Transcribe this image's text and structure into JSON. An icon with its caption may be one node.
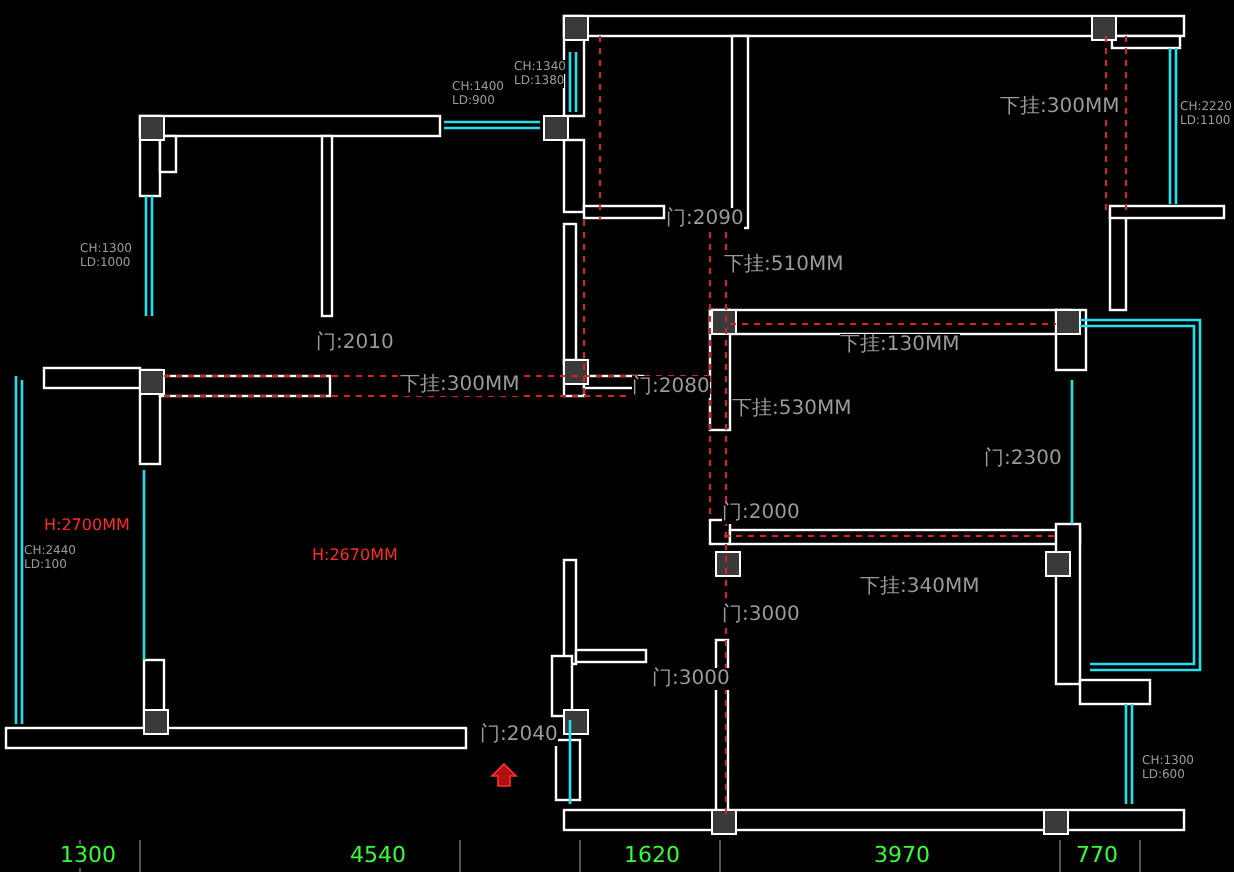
{
  "diagram": {
    "labels": [
      "CH:1400",
      "LD:900",
      "CH:1340",
      "LD:1380",
      "CH:1300",
      "LD:1000",
      "门:2010",
      "下挂:300MM",
      "门:2090",
      "下挂:510MM",
      "下挂:300MM",
      "CH:2220",
      "LD:1100",
      "下挂:130MM",
      "门:2080",
      "下挂:530MM",
      "H:2700MM",
      "CH:2440",
      "LD:100",
      "H:2670MM",
      "门:2300",
      "门:2000",
      "下挂:340MM",
      "门:3000",
      "门:3000",
      "门:2040",
      "CH:1300",
      "LD:600",
      "1300",
      "4540",
      "1620",
      "3970",
      "770"
    ]
  }
}
